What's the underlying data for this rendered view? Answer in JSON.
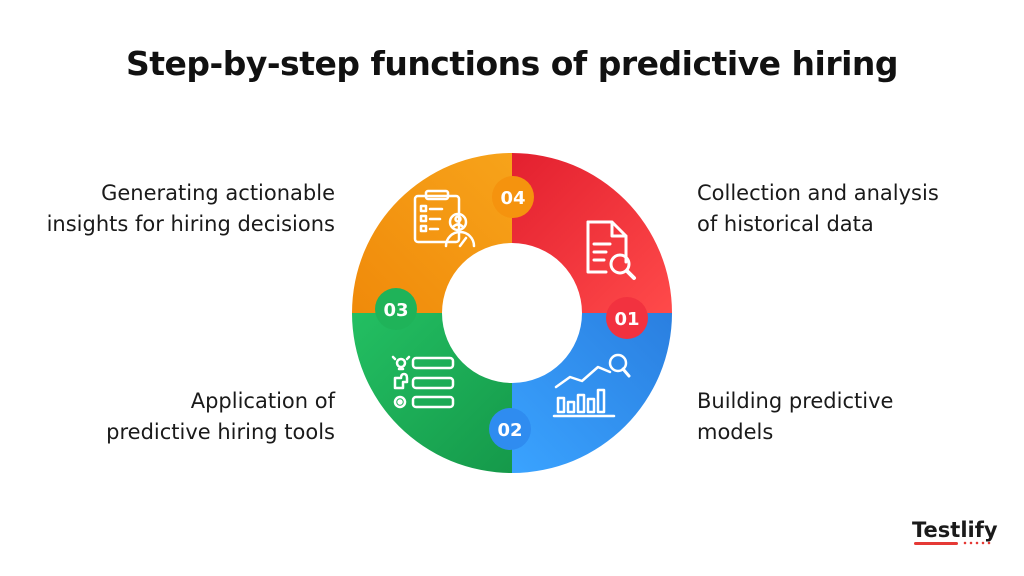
{
  "title": "Step-by-step functions of predictive hiring",
  "steps": [
    {
      "number": "01",
      "line1": "Collection and analysis",
      "line2": "of historical data",
      "color": "#f2323f",
      "icon": "document-search-icon"
    },
    {
      "number": "02",
      "line1": "Building predictive",
      "line2": "models",
      "color": "#2f8cf0",
      "icon": "bar-chart-trend-icon"
    },
    {
      "number": "03",
      "line1": "Application of",
      "line2": "predictive hiring tools",
      "color": "#1fb359",
      "icon": "tools-list-icon"
    },
    {
      "number": "04",
      "line1": "Generating actionable",
      "line2": "insights for hiring decisions",
      "color": "#f5930e",
      "icon": "clipboard-insights-icon"
    }
  ],
  "brand": "Testlify"
}
